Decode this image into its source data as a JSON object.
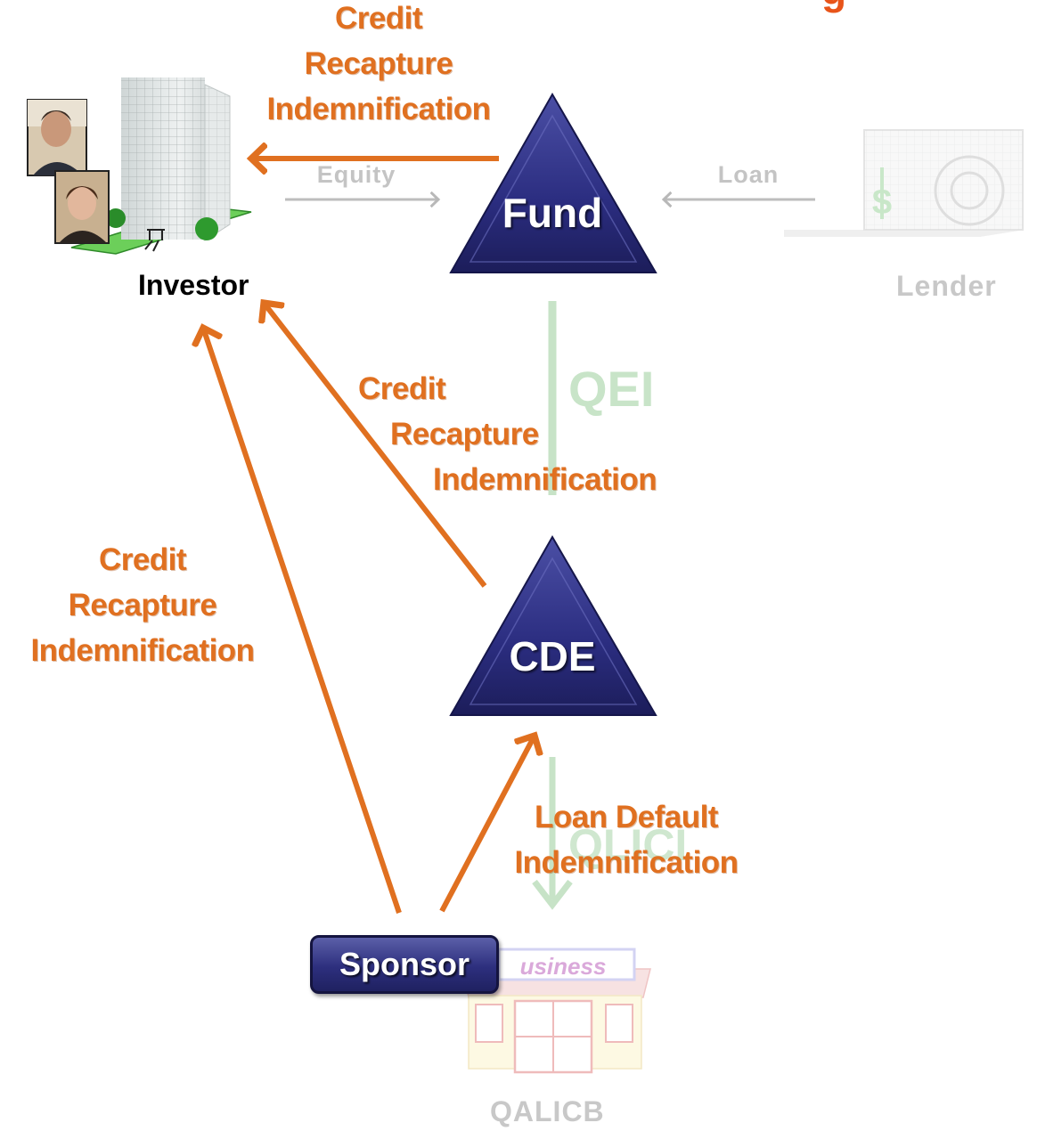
{
  "title_fragment": "g",
  "nodes": {
    "investor": "Investor",
    "fund": "Fund",
    "cde": "CDE",
    "sponsor": "Sponsor",
    "lender": "Lender",
    "qalicb": "QALICB"
  },
  "flows": {
    "equity": "Equity",
    "loan": "Loan",
    "qei": "QEI",
    "qlici": "QLICI"
  },
  "business_sign": "usiness",
  "indemnities": {
    "fund_to_investor": "Credit\nRecapture\nIndemnification",
    "cde_to_investor": "Credit\nRecapture\nIndemnification",
    "sponsor_to_investor": "Credit\nRecapture\nIndemnification",
    "sponsor_to_cde": "Loan Default\nIndemnification"
  },
  "colors": {
    "arrow": "#e07020",
    "triangle_fill": "#2f3185",
    "ghost": "#c8c8c8",
    "flow_green": "#b9dcb9"
  }
}
